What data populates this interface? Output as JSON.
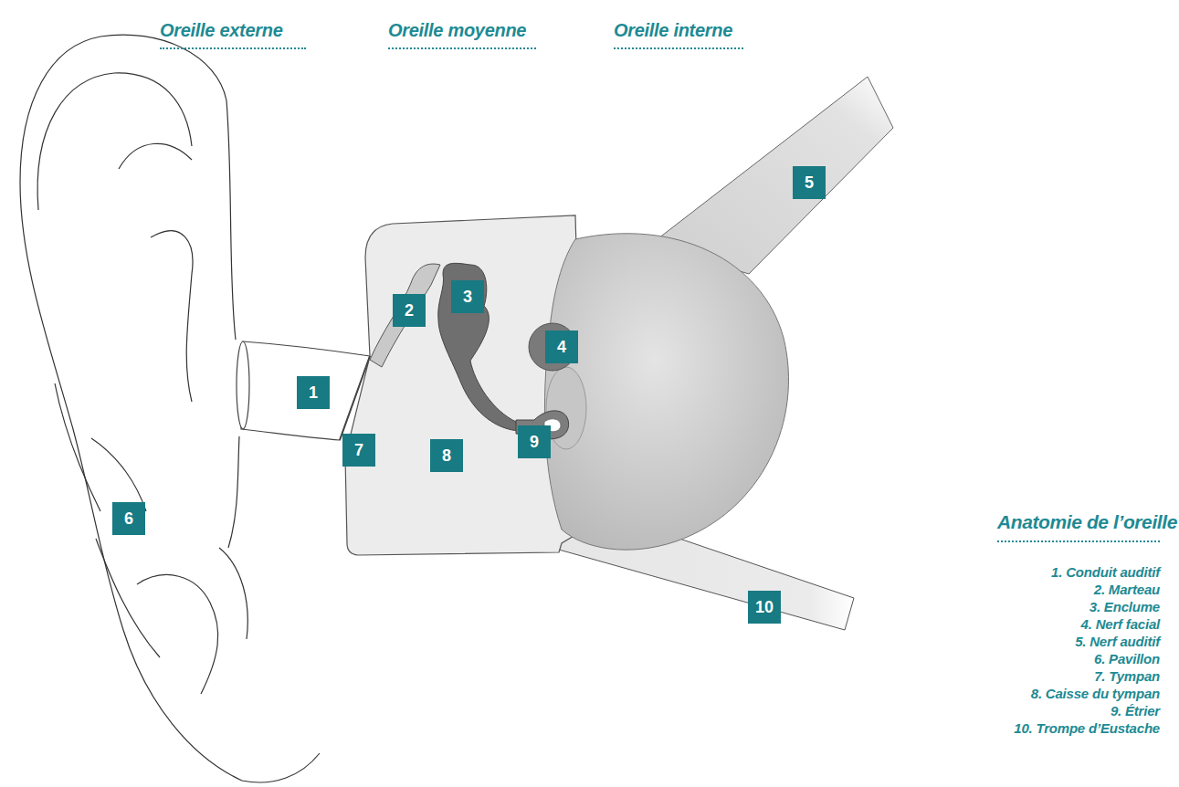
{
  "diagram": {
    "title": "Anatomie de l’oreille",
    "labels": [
      "Oreille externe",
      "Oreille moyenne",
      "Oreille interne",
      "5",
      "2",
      "3",
      "4",
      "1",
      "7",
      "9",
      "6",
      "8",
      "10",
      "1. Conduit auditif",
      "2. Marteau",
      "3. Enclume",
      "4. Nerf facial",
      "5. Nerf auditif",
      "6. Pavillon",
      "7. Tympan",
      "8. Caisse du tympan",
      "9. Étrier",
      "10. Trompe d’Eustache"
    ]
  }
}
